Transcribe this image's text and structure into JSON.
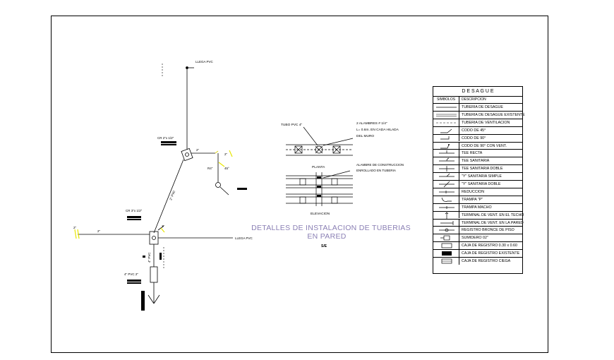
{
  "drawing": {
    "title_line1": "DETALLES DE INSTALACION DE TUBERIAS",
    "title_line2": "EN PARED",
    "title_mark": "S/E",
    "title_color": "#8a7fb4"
  },
  "isometric": {
    "labels": {
      "top_pipe": "LLEGA PVC",
      "node1": "CR 2\"x 1/2\"",
      "node1_slope": "2\"",
      "branch_angle": "45°",
      "branch_45": "R4\"",
      "branch_slope": "2\"",
      "diag_pipe": "2\" PVC",
      "node2": "CR 3\"x 1/2\"",
      "left_in": "2\"",
      "left_in2": "2\"",
      "right_stub": "2\"",
      "right_pipe": "LLEGA PVC",
      "vert_pipe": "4\" PVC",
      "lower_node": "4\" PVC 2\""
    },
    "accent_color": "#e8e600"
  },
  "detail": {
    "tube_label": "TUBO PVC 4\"",
    "wire_label_1": "2 ALAMBRES # 1/4\"",
    "wire_label_2": "L= 0.6m. EN CADA HILADA",
    "wire_label_3": "DEL MURO",
    "plan_label": "PLANTA",
    "wire2_label_1": "ALAMBRE DE CONSTRUCCION",
    "wire2_label_2": "ENROLLADO EN TUBERIA",
    "elev_label": "ELEVACION"
  },
  "legend": {
    "title": "D E S A G U E",
    "col_symbols": "SIMBOLOS",
    "col_desc": "DESCRIPCION",
    "rows": [
      {
        "icon": "line-solid",
        "desc": "TUBERIA DE DESAGUE"
      },
      {
        "icon": "line-double",
        "desc": "TUBERIA DE DESAGUE EXISTENTE"
      },
      {
        "icon": "line-dashed",
        "desc": "TUBERIA DE VENTILACION"
      },
      {
        "icon": "elbow-45",
        "desc": "CODO DE 45°"
      },
      {
        "icon": "elbow-90",
        "desc": "CODO DE 90°"
      },
      {
        "icon": "elbow-vent",
        "desc": "CODO DE 90° CON VENT."
      },
      {
        "icon": "tee",
        "desc": "TEE RECTA"
      },
      {
        "icon": "tee-sanitary",
        "desc": "TEE SANITARIA"
      },
      {
        "icon": "tee-double",
        "desc": "TEE SANITARIA DOBLE"
      },
      {
        "icon": "y-simple",
        "desc": "\"Y\" SANITARIA SIMPLE"
      },
      {
        "icon": "y-double",
        "desc": "\"Y\" SANITARIA DOBLE"
      },
      {
        "icon": "reducer",
        "desc": "REDUCCION"
      },
      {
        "icon": "p-trap",
        "desc": "TRAMPA \"P\""
      },
      {
        "icon": "trap-male",
        "desc": "TRAMPA MACHO"
      },
      {
        "icon": "vent-terminal",
        "desc": "TERMINAL DE VENT. EN EL TECHO"
      },
      {
        "icon": "vent-terminal-wall",
        "desc": "TERMINAL DE VENT. EN LA PARED"
      },
      {
        "icon": "cleanout",
        "desc": "REGISTRO BRONCE DE PISO"
      },
      {
        "icon": "floor-drain",
        "desc": "SUMIDERO 02\""
      },
      {
        "icon": "box-open",
        "desc": "CAJA DE REGISTRO 0.30 x 0.60"
      },
      {
        "icon": "box-filled",
        "desc": "CAJA DE REGISTRO EXISTENTE"
      },
      {
        "icon": "box-blind",
        "desc": "CAJA DE REGISTRO CIEGA"
      }
    ]
  }
}
